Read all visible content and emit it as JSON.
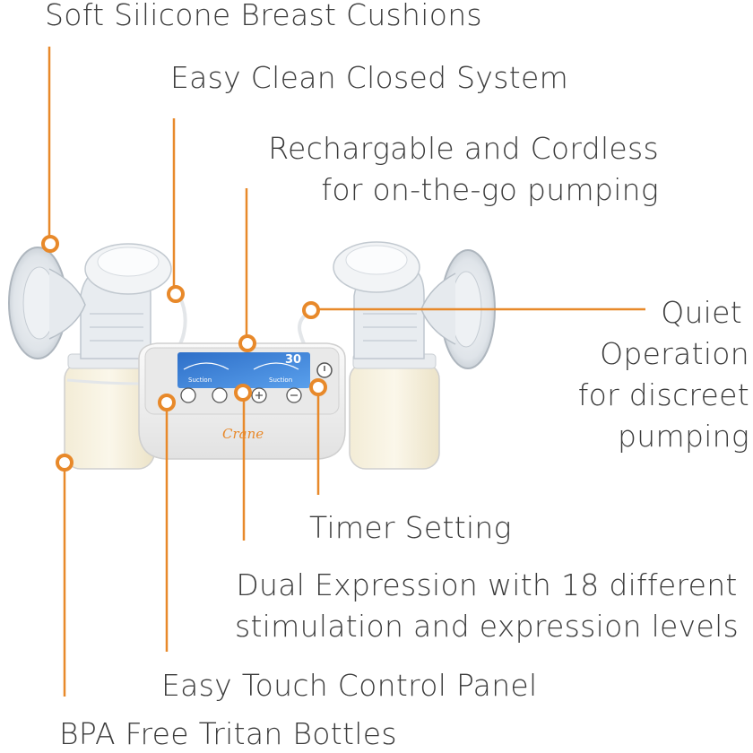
{
  "callouts": {
    "cushions": "Soft Silicone Breast Cushions",
    "closed_system": "Easy Clean Closed System",
    "cordless": [
      "Rechargable and Cordless",
      "for on-the-go pumping"
    ],
    "quiet": [
      "Quiet",
      "Operation",
      "for discreet",
      "pumping"
    ],
    "timer": "Timer Setting",
    "dual": [
      "Dual Expression with 18 different",
      "stimulation and expression levels"
    ],
    "control_panel": "Easy Touch Control Panel",
    "bottles": "BPA Free Tritan Bottles"
  },
  "device": {
    "brand": "Crane",
    "lcd_timer": "30",
    "lcd_mode_left": "Suction",
    "lcd_mode_right": "Suction"
  },
  "colors": {
    "accent": "#e8892a",
    "text": "#3b3b3b",
    "lcd": "#3d7fd6"
  }
}
